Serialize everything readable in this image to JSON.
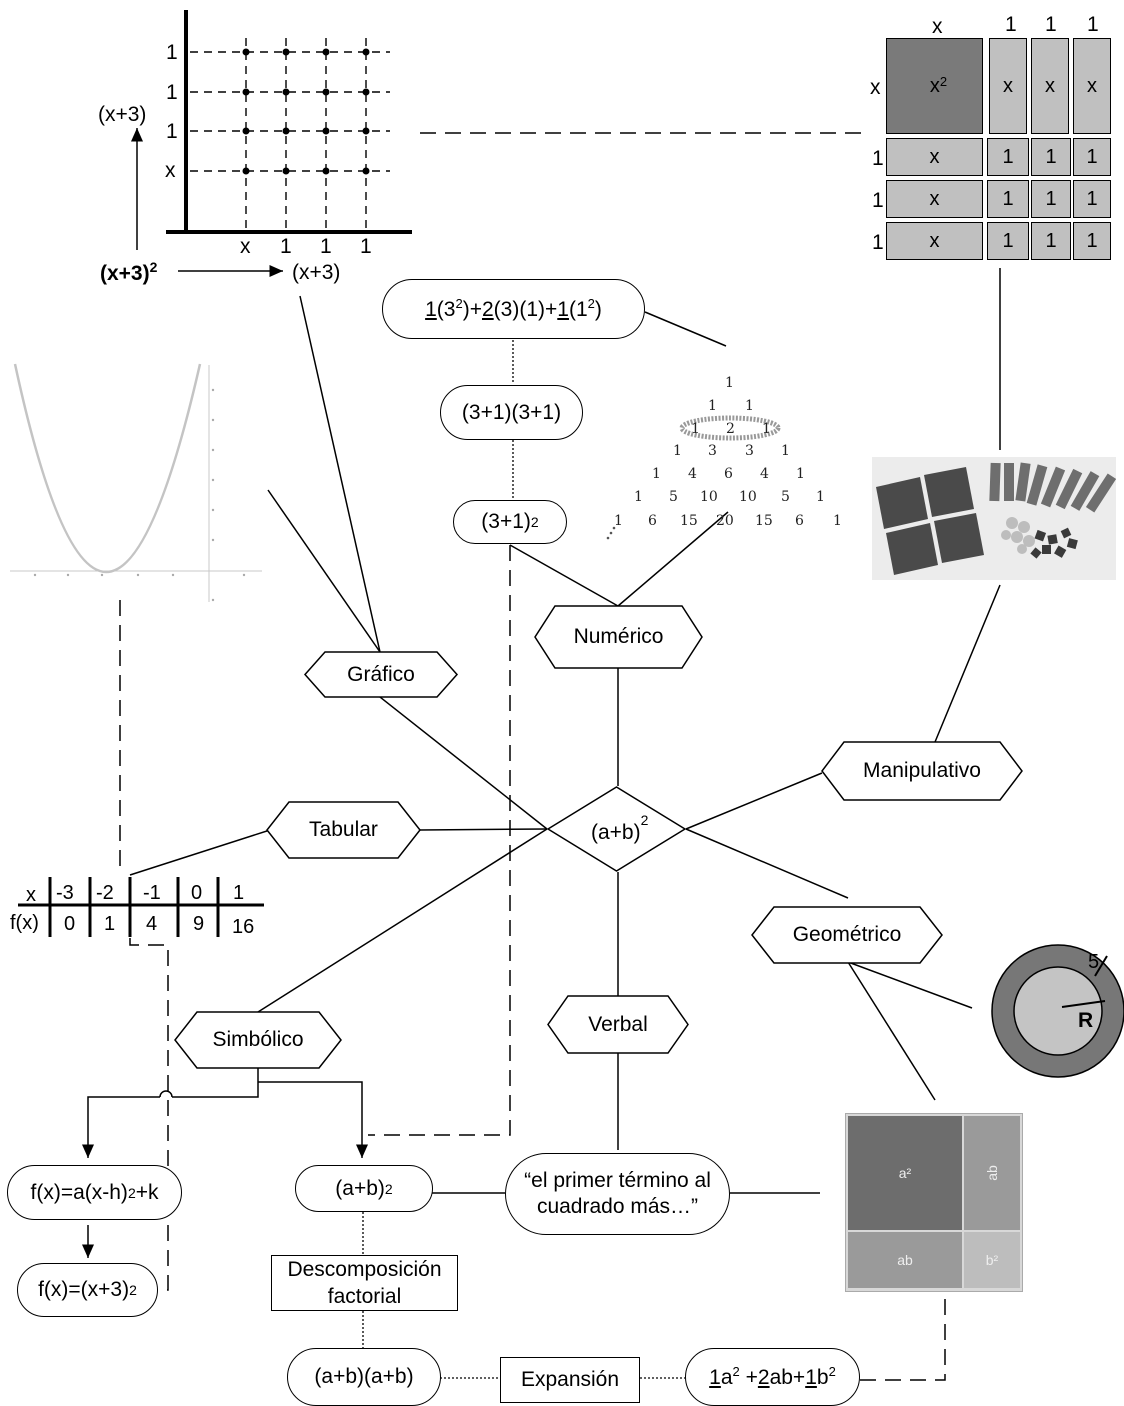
{
  "center": {
    "label": "(a+b)",
    "sup": "2"
  },
  "representations": {
    "grafico": "Gráfico",
    "numerico": "Numérico",
    "manipulativo": "Manipulativo",
    "tabular": "Tabular",
    "geometrico": "Geométrico",
    "simbolico": "Simbólico",
    "verbal": "Verbal"
  },
  "numeric_chain": {
    "expansion_html": "<u>1</u>(3<sup>2</sup>)+<u>2</u>(3)(1)+<u>1</u>(1<sup>2</sup>)",
    "product": "(3+1)(3+1)",
    "power_base": "(3+1)",
    "power_exp": "2"
  },
  "pascal_rows": [
    [
      "1"
    ],
    [
      "1",
      "1"
    ],
    [
      "1",
      "2",
      "1"
    ],
    [
      "1",
      "3",
      "3",
      "1"
    ],
    [
      "1",
      "4",
      "6",
      "4",
      "1"
    ],
    [
      "1",
      "5",
      "10",
      "10",
      "5",
      "1"
    ],
    [
      "1",
      "6",
      "15",
      "20",
      "15",
      "6",
      "1"
    ]
  ],
  "grid_plot": {
    "y_ticks": [
      "1",
      "1",
      "1",
      "x"
    ],
    "x_ticks": [
      "x",
      "1",
      "1",
      "1"
    ],
    "y_axis_label": "(x+3)",
    "x_axis_label": "(x+3)",
    "area_label_base": "(x+3)",
    "area_label_exp": "2"
  },
  "algebra_tiles": {
    "top_labels": [
      "x",
      "1",
      "1",
      "1"
    ],
    "left_labels": [
      "x",
      "1",
      "1",
      "1"
    ],
    "big_square": "x",
    "big_square_exp": "2",
    "x_tile": "x",
    "unit_tile": "1"
  },
  "table": {
    "x_header": "x",
    "x_values": [
      "-3",
      "-2",
      "-1",
      "0",
      "1"
    ],
    "f_header": "f(x)",
    "f_values": [
      "0",
      "1",
      "4",
      "9",
      "16"
    ]
  },
  "symbolic": {
    "vertex_form": "f(x)=a(x-h)",
    "vertex_form_exp": "2",
    "vertex_form_tail": "+k",
    "specific_form": "f(x)=(x+3)",
    "specific_form_exp": "2",
    "binomial": "(a+b)",
    "binomial_exp": "2",
    "factorization_label": "Descomposición factorial",
    "product": "(a+b)(a+b)",
    "expansion_label": "Expansión",
    "expanded_html": "<u>1</u>a<sup>2</sup> +<u>2</u>ab+<u>1</u>b<sup>2</sup>"
  },
  "verbal": {
    "quote": "“el primer término al cuadrado más…”"
  },
  "geometric_square": {
    "a2": "a²",
    "ab_top": "ab",
    "ab_bottom": "ab",
    "b2": "b²"
  },
  "annulus": {
    "outer": "5",
    "inner": "R"
  }
}
